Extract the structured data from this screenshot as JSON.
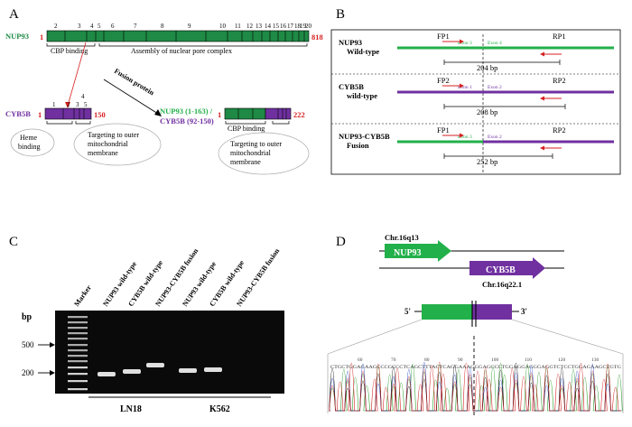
{
  "colors": {
    "nup93_green": "#1e8a45",
    "cyb5b_purple": "#7030a0",
    "fusion_green": "#22b04a",
    "red_text": "#d62020",
    "gel_bg": "#0a0a0a"
  },
  "panel_a": {
    "letter": "A",
    "nup93_label": "NUP93",
    "nup93_start": "1",
    "nup93_end": "818",
    "nup93_exons": [
      "2",
      "3",
      "4",
      "5",
      "6",
      "7",
      "8",
      "9",
      "10",
      "11",
      "12",
      "13",
      "14",
      "15",
      "16",
      "17",
      "18",
      "19",
      "20"
    ],
    "cbp_binding": "CBP binding",
    "assembly": "Assembly of nuclear pore complex",
    "fusion_protein": "Fusion protein",
    "cyb5b_label": "CYB5B",
    "cyb5b_start": "1",
    "cyb5b_end": "150",
    "cyb5b_exons": [
      "1",
      "2",
      "3",
      "4",
      "5"
    ],
    "heme_binding": [
      "Heme",
      "binding"
    ],
    "targeting_mito": [
      "Targeting to outer",
      "mitochondrial",
      "membrane"
    ],
    "fusion_label_nup": "NUP93 (1-163) /",
    "fusion_label_cyb": "CYB5B (92-150)",
    "fusion_start": "1",
    "fusion_end": "222",
    "fusion_cbp": "CBP binding",
    "fusion_targeting": [
      "Targeting to outer",
      "mitochondrial",
      "membrane"
    ]
  },
  "panel_b": {
    "letter": "B",
    "rows": [
      {
        "name": [
          "NUP93",
          "Wild-type"
        ],
        "fwd": "FP1",
        "rev": "RP1",
        "exon_left": "Exon 3",
        "exon_right": "Exon 4",
        "size": "204 bp",
        "bar_color": "green"
      },
      {
        "name": [
          "CYB5B",
          "wild-type"
        ],
        "fwd": "FP2",
        "rev": "RP2",
        "exon_left": "Exon 1",
        "exon_right": "Exon 2",
        "size": "208 bp",
        "bar_color": "purple"
      },
      {
        "name": [
          "NUP93-CYB5B",
          "Fusion"
        ],
        "fwd": "FP1",
        "rev": "RP2",
        "exon_left": "Exon 3",
        "exon_right": "Exon 2",
        "size": "252 bp",
        "bar_color": "fusion"
      }
    ]
  },
  "panel_c": {
    "letter": "C",
    "bp_label": "bp",
    "marker_500": "500",
    "marker_200": "200",
    "lanes": [
      "Marker",
      "NUP93 wild-type",
      "CYB5B wild-type",
      "NUP93-CYB5B fusion",
      "NUP93 wild-type",
      "CYB5B wild-type",
      "NUP93-CYB5B fusion"
    ],
    "cell_lines": [
      "LN18",
      "K562"
    ]
  },
  "panel_d": {
    "letter": "D",
    "chr_nup": "Chr.16q13",
    "gene_nup": "NUP93",
    "gene_cyb": "CYB5B",
    "chr_cyb": "Chr.16q22.1",
    "five_prime": "5'",
    "three_prime": "3'",
    "seq_numbers": [
      "60",
      "70",
      "80",
      "90",
      "100",
      "110",
      "120",
      "130"
    ],
    "sequence": "CTGCTGGAGAAGCCCGCCCTCAGCTTTACTCAGGAAAGGGAGCCCTGGAGGAGGGAGGTCTCCTGGAGAAGCTGTG"
  }
}
